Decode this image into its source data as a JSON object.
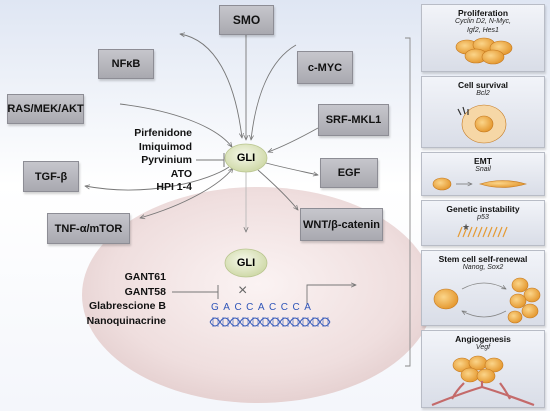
{
  "regulators": {
    "smo": "SMO",
    "nfkb": "NFκB",
    "cmyc": "c-MYC",
    "ras": "RAS/MEK/AKT",
    "srf": "SRF-MKL1",
    "tgfb": "TGF-β",
    "egf": "EGF",
    "tnf": "TNF-α/mTOR",
    "wnt": "WNT/β-catenin"
  },
  "gli_cytoplasm": "GLI",
  "gli_nucleus": "GLI",
  "upstream_inhibitors": [
    "Pirfenidone",
    "Imiquimod",
    "Pyrvinium",
    "ATO",
    "HPI 1-4"
  ],
  "nuclear_inhibitors": [
    "GANT61",
    "GANT58",
    "Glabrescione B",
    "Nanoquinacrine"
  ],
  "dna_sequence": "GACCACCCA",
  "inhibition_mark": "×",
  "outcomes": [
    {
      "title": "Proliferation",
      "genes": [
        "Cyclin D2, N-Myc,",
        "Igf2, Hes1"
      ]
    },
    {
      "title": "Cell survival",
      "genes": [
        "Bcl2"
      ]
    },
    {
      "title": "EMT",
      "genes": [
        "Snail"
      ]
    },
    {
      "title": "Genetic instability",
      "genes": [
        "p53"
      ]
    },
    {
      "title": "Stem cell self-renewal",
      "genes": [
        "Nanog, Sox2"
      ]
    },
    {
      "title": "Angiogenesis",
      "genes": [
        "Vegf"
      ]
    }
  ],
  "colors": {
    "box_fill": "#b5b5bb",
    "gli_fill": "#dfe7c4",
    "nucleus_fill": "#efdcdc",
    "cell_fill": "#f2b34f",
    "dna_blue": "#2f55b8"
  }
}
